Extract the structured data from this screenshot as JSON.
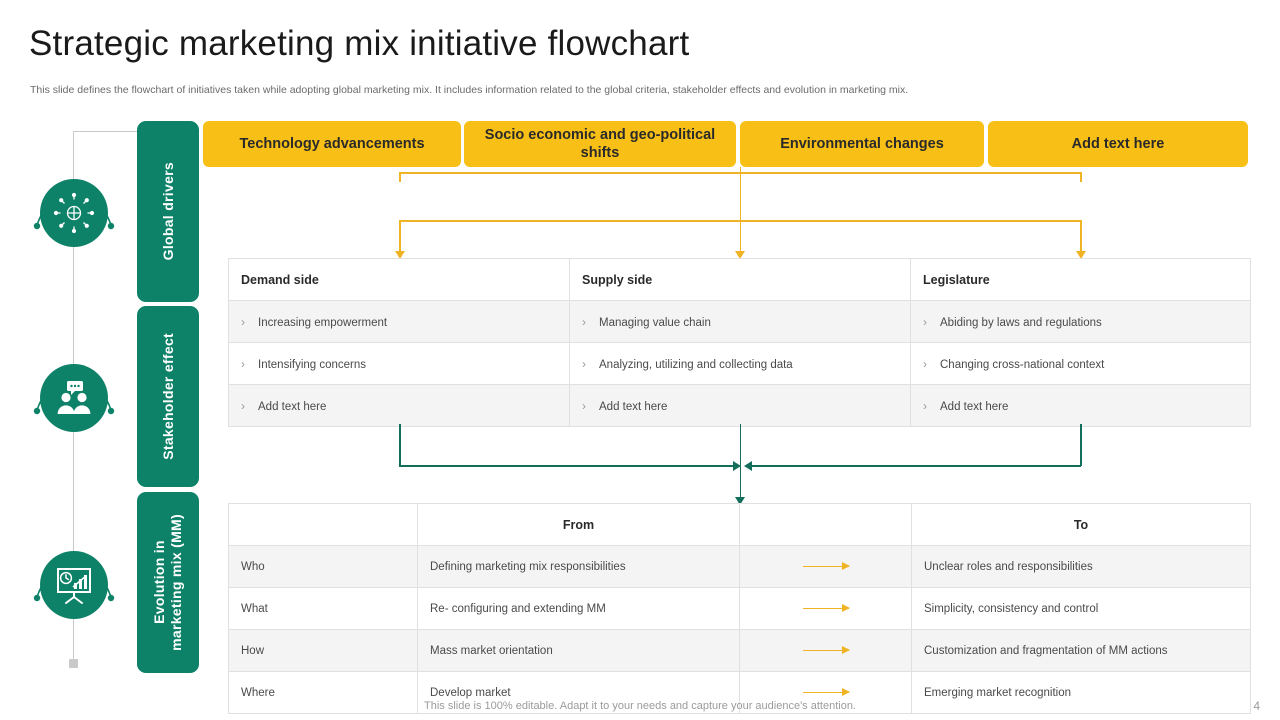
{
  "header": {
    "title": "Strategic marketing mix initiative flowchart",
    "subtitle": "This slide defines the flowchart of initiatives taken while adopting global marketing mix. It includes information related to the global criteria, stakeholder effects and evolution in marketing mix."
  },
  "colors": {
    "green": "#0e8268",
    "teal_connector": "#136e5c",
    "yellow": "#f8bf16",
    "yellow_connector": "#f0b323",
    "row_alt": "#f4f4f4",
    "border": "#e0e0e0",
    "text": "#4a4a4a"
  },
  "categories": [
    {
      "label": "Global drivers",
      "icon": "globe-network-icon"
    },
    {
      "label": "Stakeholder effect",
      "icon": "people-speech-bubble-icon"
    },
    {
      "label": "Evolution in\nmarketing mix (MM)",
      "icon": "presentation-chart-icon"
    }
  ],
  "drivers": [
    {
      "label": "Technology advancements"
    },
    {
      "label": "Socio economic and geo-political shifts"
    },
    {
      "label": "Environmental changes"
    },
    {
      "label": "Add text here"
    }
  ],
  "stakeholder_table": {
    "headers": [
      "Demand side",
      "Supply side",
      "Legislature"
    ],
    "rows": [
      [
        "Increasing  empowerment",
        "Managing value  chain",
        "Abiding by laws  and regulations"
      ],
      [
        "Intensifying  concerns",
        "Analyzing, utilizing and collecting data",
        "Changing  cross-national  context"
      ],
      [
        "Add text here",
        "Add text here",
        "Add text here"
      ]
    ]
  },
  "evolution_table": {
    "headers": [
      "",
      "From",
      "",
      "To"
    ],
    "rows": [
      {
        "key": "Who",
        "from": "Defining  marketing mix responsibilities",
        "to": "Unclear roles  and responsibilities"
      },
      {
        "key": "What",
        "from": "Re- configuring  and  extending MM",
        "to": "Simplicity, consistency and control"
      },
      {
        "key": "How",
        "from": "Mass market orientation",
        "to": "Customization and fragmentation  of MM actions"
      },
      {
        "key": "Where",
        "from": "Develop  market",
        "to": "Emerging market recognition"
      }
    ]
  },
  "footer": {
    "note": "This slide is 100% editable. Adapt it to your needs and capture your audience's attention.",
    "page_number": "4"
  }
}
